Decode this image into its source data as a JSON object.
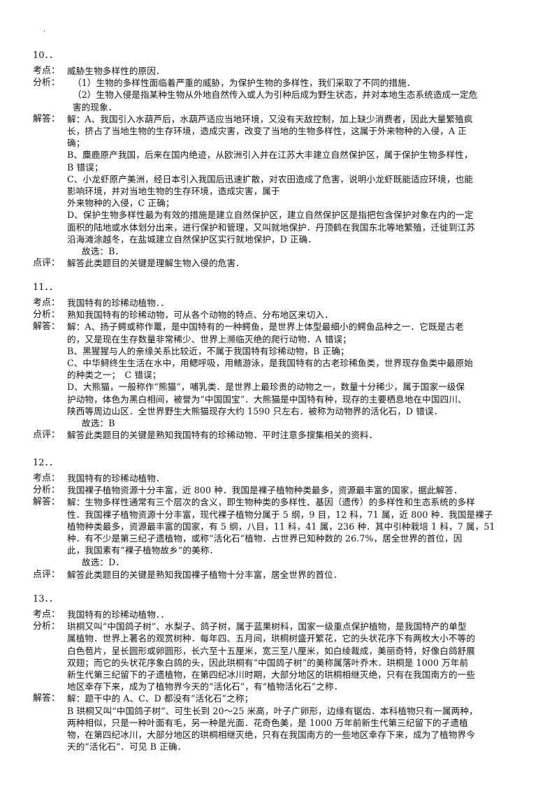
{
  "questions": [
    {
      "num": "10．．",
      "sections": [
        {
          "label": "考点：",
          "lines": [
            "威胁生物多样性的原因．"
          ]
        },
        {
          "label": "分析：",
          "lines": [
            "（1）生物的多样性面临着严重的威胁，为保护生物的多样性，我们采取了不同的措施．",
            "（2）生物入侵是指某种生物从外地自然传入或人为引种后成为野生状态，并对本地生态系统造成一定危",
            "害的现象．"
          ]
        },
        {
          "label": "解答：",
          "lines": [
            "解：A、我国引入水葫芦后，水葫芦适应当地环境，又没有天敌控制，加上缺少消费者，因此大量繁殖疯",
            "长，挤占了当地生物的生存环境，造成灾害，改变了当地的生物多样性，这属于外来物种的入侵，A 正",
            "确；",
            "B、麋鹿原产我国，后来在国内绝迹，从欧洲引入并在江苏大丰建立自然保护区，属于保护生物多样性，",
            "B 错误；",
            "C、小龙虾原产美洲，经日本引入我国后迅速扩散，对农田造成了危害，说明小龙虾既能适应环境，也能",
            "影响环境，并对当地生物的生存环境，造成灾害，属于",
            "外来物种的入侵，C 正确；",
            "D、保护生物多样性最为有效的措施是建立自然保护区，建立自然保护区是指把包含保护对象在内的一定",
            "面积的陆地或水体划分出来，进行保护和管理，又叫就地保护．丹顶鹤在我国东北等地繁殖，迁徙到江苏",
            "沿海滩涂越冬，在盐城建立自然保护区实行就地保护，D 正确．",
            "故选：B．"
          ]
        },
        {
          "label": "点评：",
          "lines": [
            "解答此类题目的关键是理解生物入侵的危害．"
          ]
        }
      ]
    },
    {
      "num": "11．．",
      "sections": [
        {
          "label": "考点：",
          "lines": [
            "我国特有的珍稀动植物．．"
          ]
        },
        {
          "label": "分析：",
          "lines": [
            "熟知我国特有的珍稀动物，可从各个动物的特点、分布地区来切入．"
          ]
        },
        {
          "label": "解答：",
          "lines": [
            "解：A、扬子鳄或称作鼍，是中国特有的一种鳄鱼，是世界上体型最细小的鳄鱼品种之一．它既是古老",
            "的，又是现在生存数量非常稀少、世界上濒临灭绝的爬行动物．A 错误；",
            "B、黑猩猩与人的亲缘关系比较近，不属于我国特有珍稀动物，B 正确；",
            "C、中华鲟终生生活在水中，用鳃呼吸，用鳍游泳，是我国特有的古老珍稀鱼类，世界现存鱼类中最原始",
            "的种类之一；　C 错误；",
            "D、大熊猫，一般称作“熊猫”，哺乳类．是世界上最珍贵的动物之一，数量十分稀少，属于国家一级保",
            "护动物，体色为黑白相间，被誉为“中国国宝”．大熊猫是中国特有种，现存的主要栖息地在中国四川、",
            "陕西等周边山区．全世界野生大熊猫现存大约 1590 只左右．被称为动物界的活化石，D 错误．",
            "故选：B"
          ]
        },
        {
          "label": "点评：",
          "lines": [
            "解答此类题目的关键是熟知我国特有的珍稀动物．平时注意多搜集相关的资料．"
          ]
        }
      ]
    },
    {
      "num": "12．．",
      "sections": [
        {
          "label": "考点：",
          "lines": [
            "我国特有的珍稀动植物．"
          ]
        },
        {
          "label": "分析：",
          "lines": [
            "我国裸子植物资源十分丰富，近 800 种．我国是裸子植物种类最多，资源最丰富的国家，据此解答．"
          ]
        },
        {
          "label": "解答：",
          "lines": [
            "解：生物多样性通常有三个层次的含义，即生物种类的多样性、基因（遗传）的多样性和生态系统的多样",
            "性．我国裸子植物资源十分丰富，现代裸子植物分属于 5 纲，9 目，12 科，71 属，近 800 种．我国是裸子",
            "植物种类最多，资源最丰富的国家，有 5 纲，八目，11 科，41 属，236 种．其中引种栽培 1 科，7 属，51",
            "种．有不少是第三纪孑遗植物，或称“活化石”植物．占世界已知种数的 26.7%，居全世界的首位，因",
            "此，我国素有“裸子植物故乡”的美称．",
            "故选：D．"
          ]
        },
        {
          "label": "点评：",
          "lines": [
            "解答此类题目的关键是熟知我国裸子植物十分丰富，居全世界的首位．"
          ]
        }
      ]
    },
    {
      "num": "13．．",
      "sections": [
        {
          "label": "考点：",
          "lines": [
            "我国特有的珍稀动植物．．"
          ]
        },
        {
          "label": "分析：",
          "lines": [
            "珙桐又叫“中国鸽子树”、水梨子、鸽子树，属于蓝果树科，国家一级重点保护植物，是我国特产的单型",
            "属植物．世界上著名的观赏树种．每年四、五月间，珙桐树盛开繁花，它的头状花序下有两枚大小不等的",
            "白色苞片，呈长圆形或卵圆形，长六至十五厘米，宽三至八厘米，如白绫裁成，美丽奇特，好像白鸽舒展",
            "双翅；而它的头状花序象白鸽的头，因此珙桐有“中国鸽子树”的美称属落叶乔木．珙桐是 1000 万年前",
            "新生代第三纪留下的孑遗植物，在第四纪冰川时期，大部分地区的珙桐相继灭绝，只有在我国南方的一些",
            "地区幸存下来，成为了植物界今天的“活化石”，有“植物活化石”之称．"
          ]
        },
        {
          "label": "解答：",
          "lines": [
            "解：题干中的 A、C、D 都没有“活化石”之称；",
            "B 珙桐又叫“中国鸽子树”、可生长到 20～25 米高，叶子广卵形，边缘有锯齿．本科植物只有一属两种，",
            "两种相似，只是一种叶面有毛，另一种是光面．花奇色美，是 1000 万年前新生代第三纪留下的孑遗植",
            "物，在第四纪冰川，大部分地区的珙桐相继灭绝，只有在我国南方的一些地区幸存下来，成为了植物界今",
            "天的“活化石”．可见 B 正确．"
          ]
        }
      ]
    }
  ]
}
